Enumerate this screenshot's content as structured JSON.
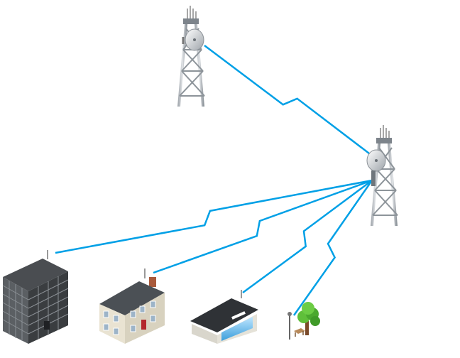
{
  "diagram": {
    "link_color": "#00a0e6",
    "nodes": [
      {
        "id": "tower-main",
        "kind": "tower-icon"
      },
      {
        "id": "tower-relay",
        "kind": "tower-icon"
      },
      {
        "id": "office-building",
        "kind": "office-building-icon"
      },
      {
        "id": "house",
        "kind": "house-icon"
      },
      {
        "id": "shop",
        "kind": "shop-icon"
      },
      {
        "id": "park-pole",
        "kind": "park-icon"
      }
    ],
    "links": [
      {
        "from": "tower-main",
        "to": "tower-relay"
      },
      {
        "from": "tower-relay",
        "to": "office-building"
      },
      {
        "from": "tower-relay",
        "to": "house"
      },
      {
        "from": "tower-relay",
        "to": "shop"
      },
      {
        "from": "tower-relay",
        "to": "park-pole"
      }
    ]
  }
}
